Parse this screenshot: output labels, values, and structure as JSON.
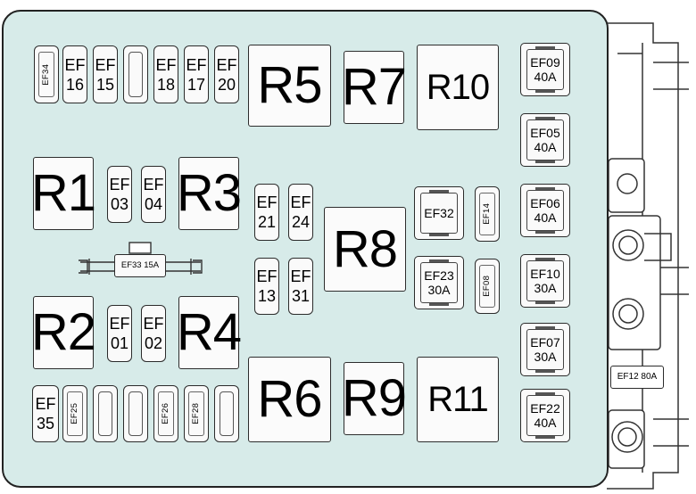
{
  "relays": {
    "r1": "R1",
    "r2": "R2",
    "r3": "R3",
    "r4": "R4",
    "r5": "R5",
    "r6": "R6",
    "r7": "R7",
    "r8": "R8",
    "r9": "R9",
    "r10": "R10",
    "r11": "R11"
  },
  "fuses": {
    "ef34": "EF34",
    "ef16": "EF\n16",
    "ef15": "EF\n15",
    "ef18": "EF\n18",
    "ef17": "EF\n17",
    "ef20": "EF\n20",
    "ef03": "EF\n03",
    "ef04": "EF\n04",
    "ef01": "EF\n01",
    "ef02": "EF\n02",
    "ef21": "EF\n21",
    "ef24": "EF\n24",
    "ef13": "EF\n13",
    "ef31": "EF\n31",
    "ef32": "EF32",
    "ef14": "EF14",
    "ef23": "EF23\n30A",
    "ef08": "EF08",
    "ef09": "EF09\n40A",
    "ef05": "EF05\n40A",
    "ef06": "EF06\n40A",
    "ef10": "EF10\n30A",
    "ef07": "EF07\n30A",
    "ef22": "EF22\n40A",
    "ef35": "EF\n35",
    "ef25": "EF25",
    "ef26": "EF26",
    "ef28": "EF28",
    "ef33": "EF33 15A",
    "ef12": "EF12 80A"
  }
}
